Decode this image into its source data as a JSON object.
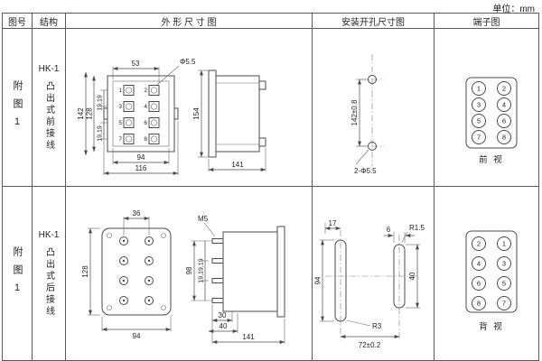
{
  "unit_label": "单位：mm",
  "table": {
    "headers": {
      "fig_no": "图号",
      "structure": "结构",
      "outline": "外 形 尺 寸 图",
      "mounting": "安装开孔尺寸图",
      "terminal": "端子图"
    }
  },
  "rows": [
    {
      "fig_no": "附图1",
      "model": "HK-1",
      "structure": "凸出式前接线",
      "outline": {
        "dim_top_width": "53",
        "dim_hole": "Φ5.5",
        "dim_height_outer": "142",
        "dim_height_inner": "128",
        "dim_row_spacing_a": "19,19",
        "dim_row_spacing_b": "19,19",
        "dim_bottom_inner": "94",
        "dim_bottom_outer": "116",
        "dim_side_height": "154",
        "dim_side_depth": "141"
      },
      "mounting": {
        "dim_vertical": "142±0.8",
        "dim_holes": "2-Φ5.5"
      },
      "terminals": [
        "1",
        "2",
        "3",
        "4",
        "5",
        "6",
        "7",
        "8"
      ],
      "view_label": "前 视"
    },
    {
      "fig_no": "附图1",
      "model": "HK-1",
      "structure": "凸出式后接线",
      "outline": {
        "dim_top_width": "36",
        "dim_height": "128",
        "dim_bottom_width": "94",
        "dim_screw": "M5",
        "dim_stud_span": "98",
        "dim_stud_spacing": "19,19,19",
        "dim_depth_a": "30",
        "dim_depth_b": "40",
        "dim_side_depth": "141"
      },
      "mounting": {
        "dim_edge": "17",
        "dim_slot_width": "6",
        "dim_radius_small": "R1.5",
        "dim_slot_span": "94",
        "dim_slot_length": "40",
        "dim_radius_large": "R3",
        "dim_horizontal": "72±0.2"
      },
      "terminals": [
        "2",
        "1",
        "4",
        "3",
        "6",
        "5",
        "8",
        "7"
      ],
      "view_label": "背 视"
    }
  ]
}
